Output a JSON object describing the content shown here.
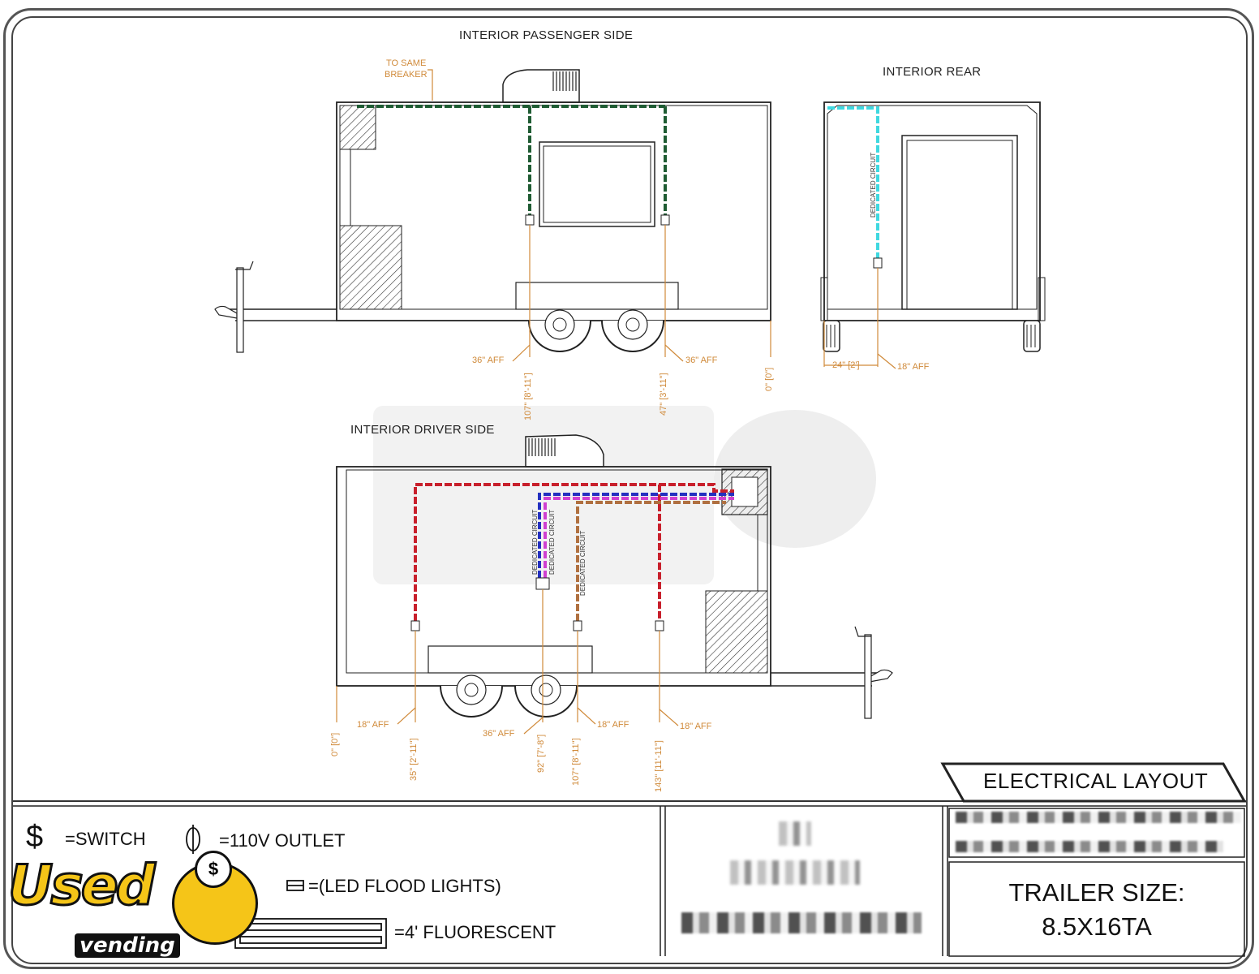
{
  "views": {
    "passenger_title": "INTERIOR PASSENGER SIDE",
    "rear_title": "INTERIOR REAR",
    "driver_title": "INTERIOR DRIVER SIDE"
  },
  "notes": {
    "same_breaker_line1": "TO SAME",
    "same_breaker_line2": "BREAKER",
    "dedicated_circuit": "DEDICATED CIRCUIT"
  },
  "passenger_dims": {
    "aff_left": "36\" AFF",
    "aff_right": "36\" AFF",
    "pos_left": "107\" [8'-11\"]",
    "pos_right": "47\" [3'-11\"]",
    "zero": "0\" [0\"]"
  },
  "rear_dims": {
    "pos": "24\" [2']",
    "aff": "18\" AFF"
  },
  "driver_dims": {
    "zero": "0\" [0\"]",
    "aff_1": "18\" AFF",
    "aff_2": "36\" AFF",
    "aff_3": "18\" AFF",
    "aff_4": "18\" AFF",
    "pos_1": "35\" [2'-11\"]",
    "pos_2": "92\" [7'-8\"]",
    "pos_3": "107\" [8'-11\"]",
    "pos_4": "143\" [11'-11\"]"
  },
  "title_block": {
    "layout_title": "ELECTRICAL LAYOUT",
    "size_line1": "TRAILER SIZE:",
    "size_line2": "8.5X16TA"
  },
  "legend": {
    "switch_symbol": "$",
    "switch_label": "=SWITCH",
    "outlet_label": "=110V OUTLET",
    "flood_label": "=(LED FLOOD LIGHTS)",
    "fluorescent_label": "=4' FLUORESCENT"
  },
  "logo": {
    "used": "Used",
    "vending": "vending"
  },
  "colors": {
    "green_circuit": "#1f5c33",
    "cyan_circuit": "#3fd8e0",
    "red_circuit": "#c8202c",
    "blue_circuit": "#2430c0",
    "magenta_circuit": "#d040d0",
    "brown_circuit": "#b07040",
    "dimension": "#d08a3a"
  }
}
